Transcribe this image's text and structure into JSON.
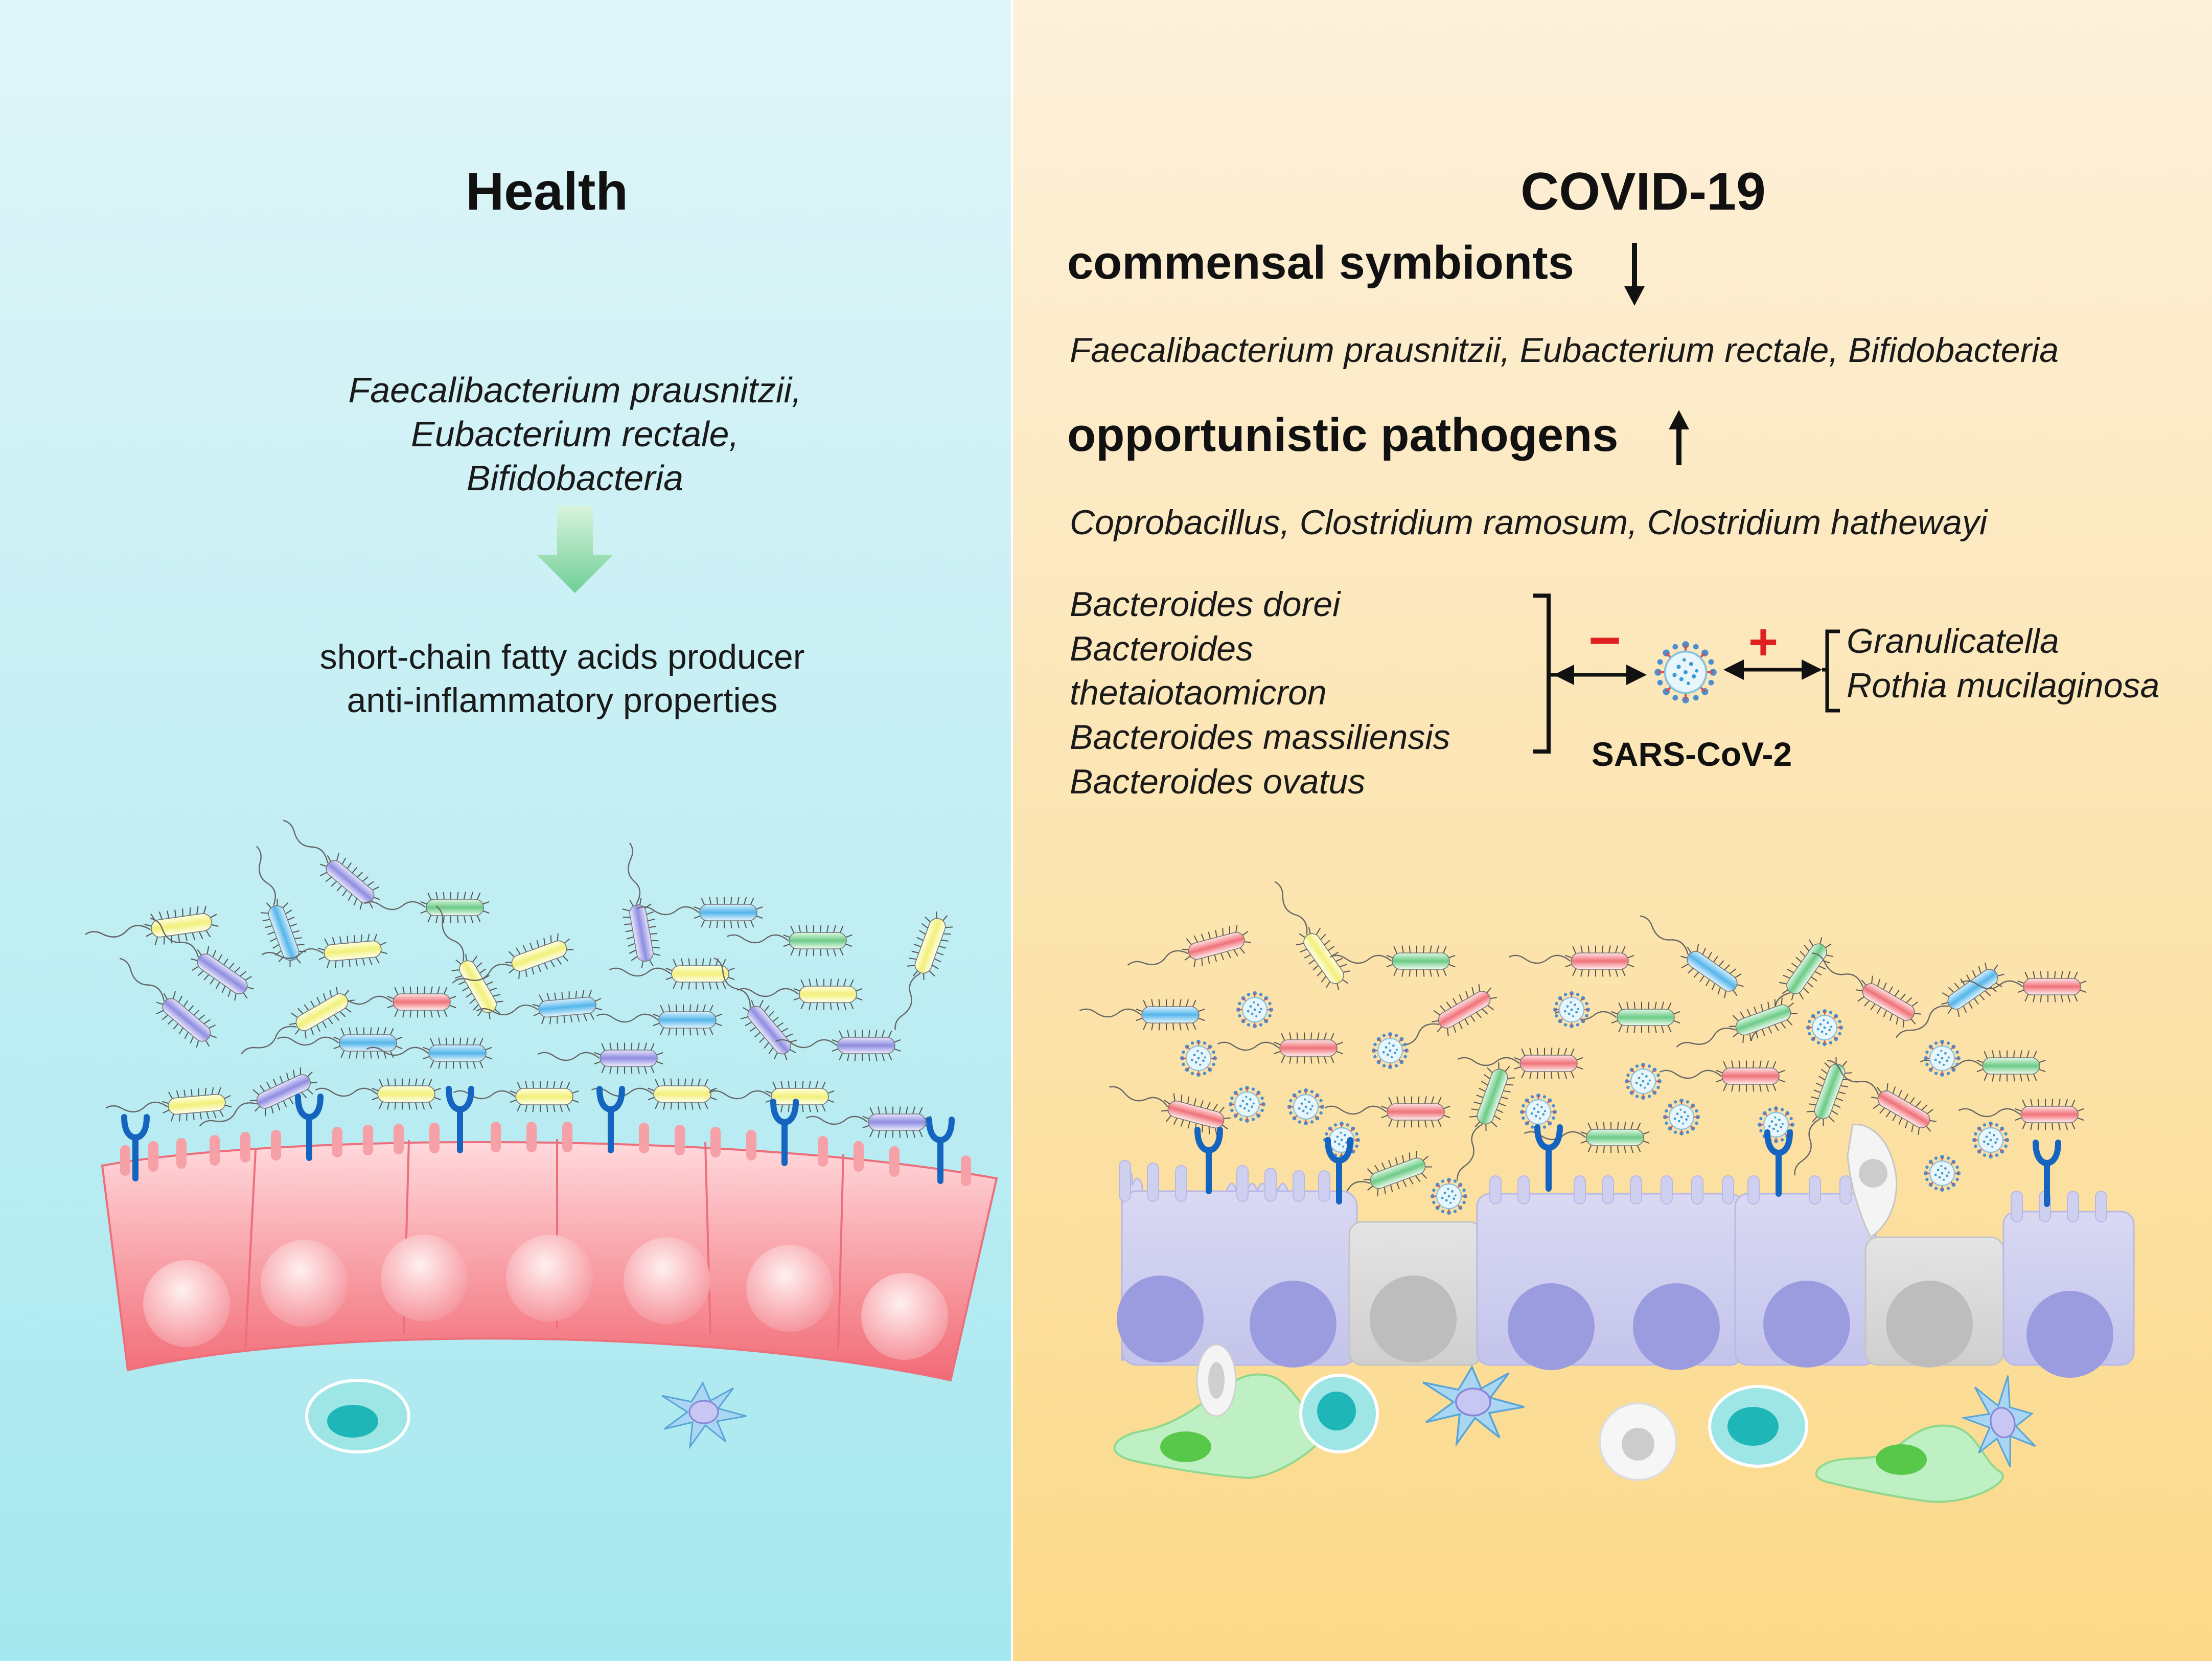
{
  "health": {
    "title": "Health",
    "species_lines": [
      "Faecalibacterium prausnitzii,",
      "Eubacterium rectale,",
      "Bifidobacteria"
    ],
    "effect_lines": [
      "short-chain fatty acids producer",
      "anti-inflammatory properties"
    ]
  },
  "covid": {
    "title": "COVID-19",
    "commensal_heading": "commensal symbionts",
    "commensal_species": "Faecalibacterium prausnitzii, Eubacterium rectale, Bifidobacteria",
    "pathogen_heading": "opportunistic pathogens",
    "pathogen_species": "Coprobacillus, Clostridium ramosum, Clostridium hathewayi",
    "negative_species": [
      "Bacteroides dorei",
      "Bacteroides",
      "thetaiotaomicron",
      "Bacteroides massiliensis",
      "Bacteroides ovatus"
    ],
    "negative_sign": "−",
    "positive_sign": "+",
    "positive_species": [
      "Granulicatella",
      "Rothia mucilaginosa"
    ],
    "virus_label": "SARS-CoV-2"
  },
  "colors": {
    "health_bg_top": "#e0f5f8",
    "health_bg_bottom": "#a6e8ef",
    "covid_bg_top": "#fdf1dc",
    "covid_bg_bottom": "#fbd989",
    "sign_red": "#e02020",
    "receptor_blue": "#1565c0"
  }
}
